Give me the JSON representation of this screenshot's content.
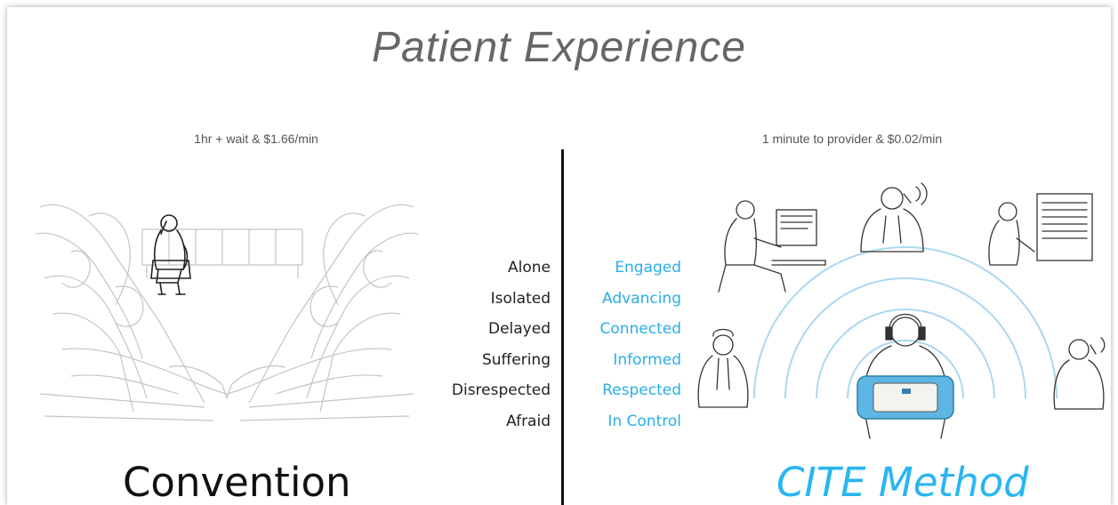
{
  "title": "Patient Experience",
  "left": {
    "subtitle": "1hr + wait & $1.66/min",
    "words": [
      "Alone",
      "Isolated",
      "Delayed",
      "Suffering",
      "Disrespected",
      "Afraid"
    ],
    "label": "Convention"
  },
  "right": {
    "subtitle": "1 minute to provider & $0.02/min",
    "words": [
      "Engaged",
      "Advancing",
      "Connected",
      "Informed",
      "Respected",
      "In Control"
    ],
    "label": "CITE Method"
  },
  "colors": {
    "accent": "#29b6f0",
    "text": "#111111",
    "sketch": "#bbbbbb"
  }
}
